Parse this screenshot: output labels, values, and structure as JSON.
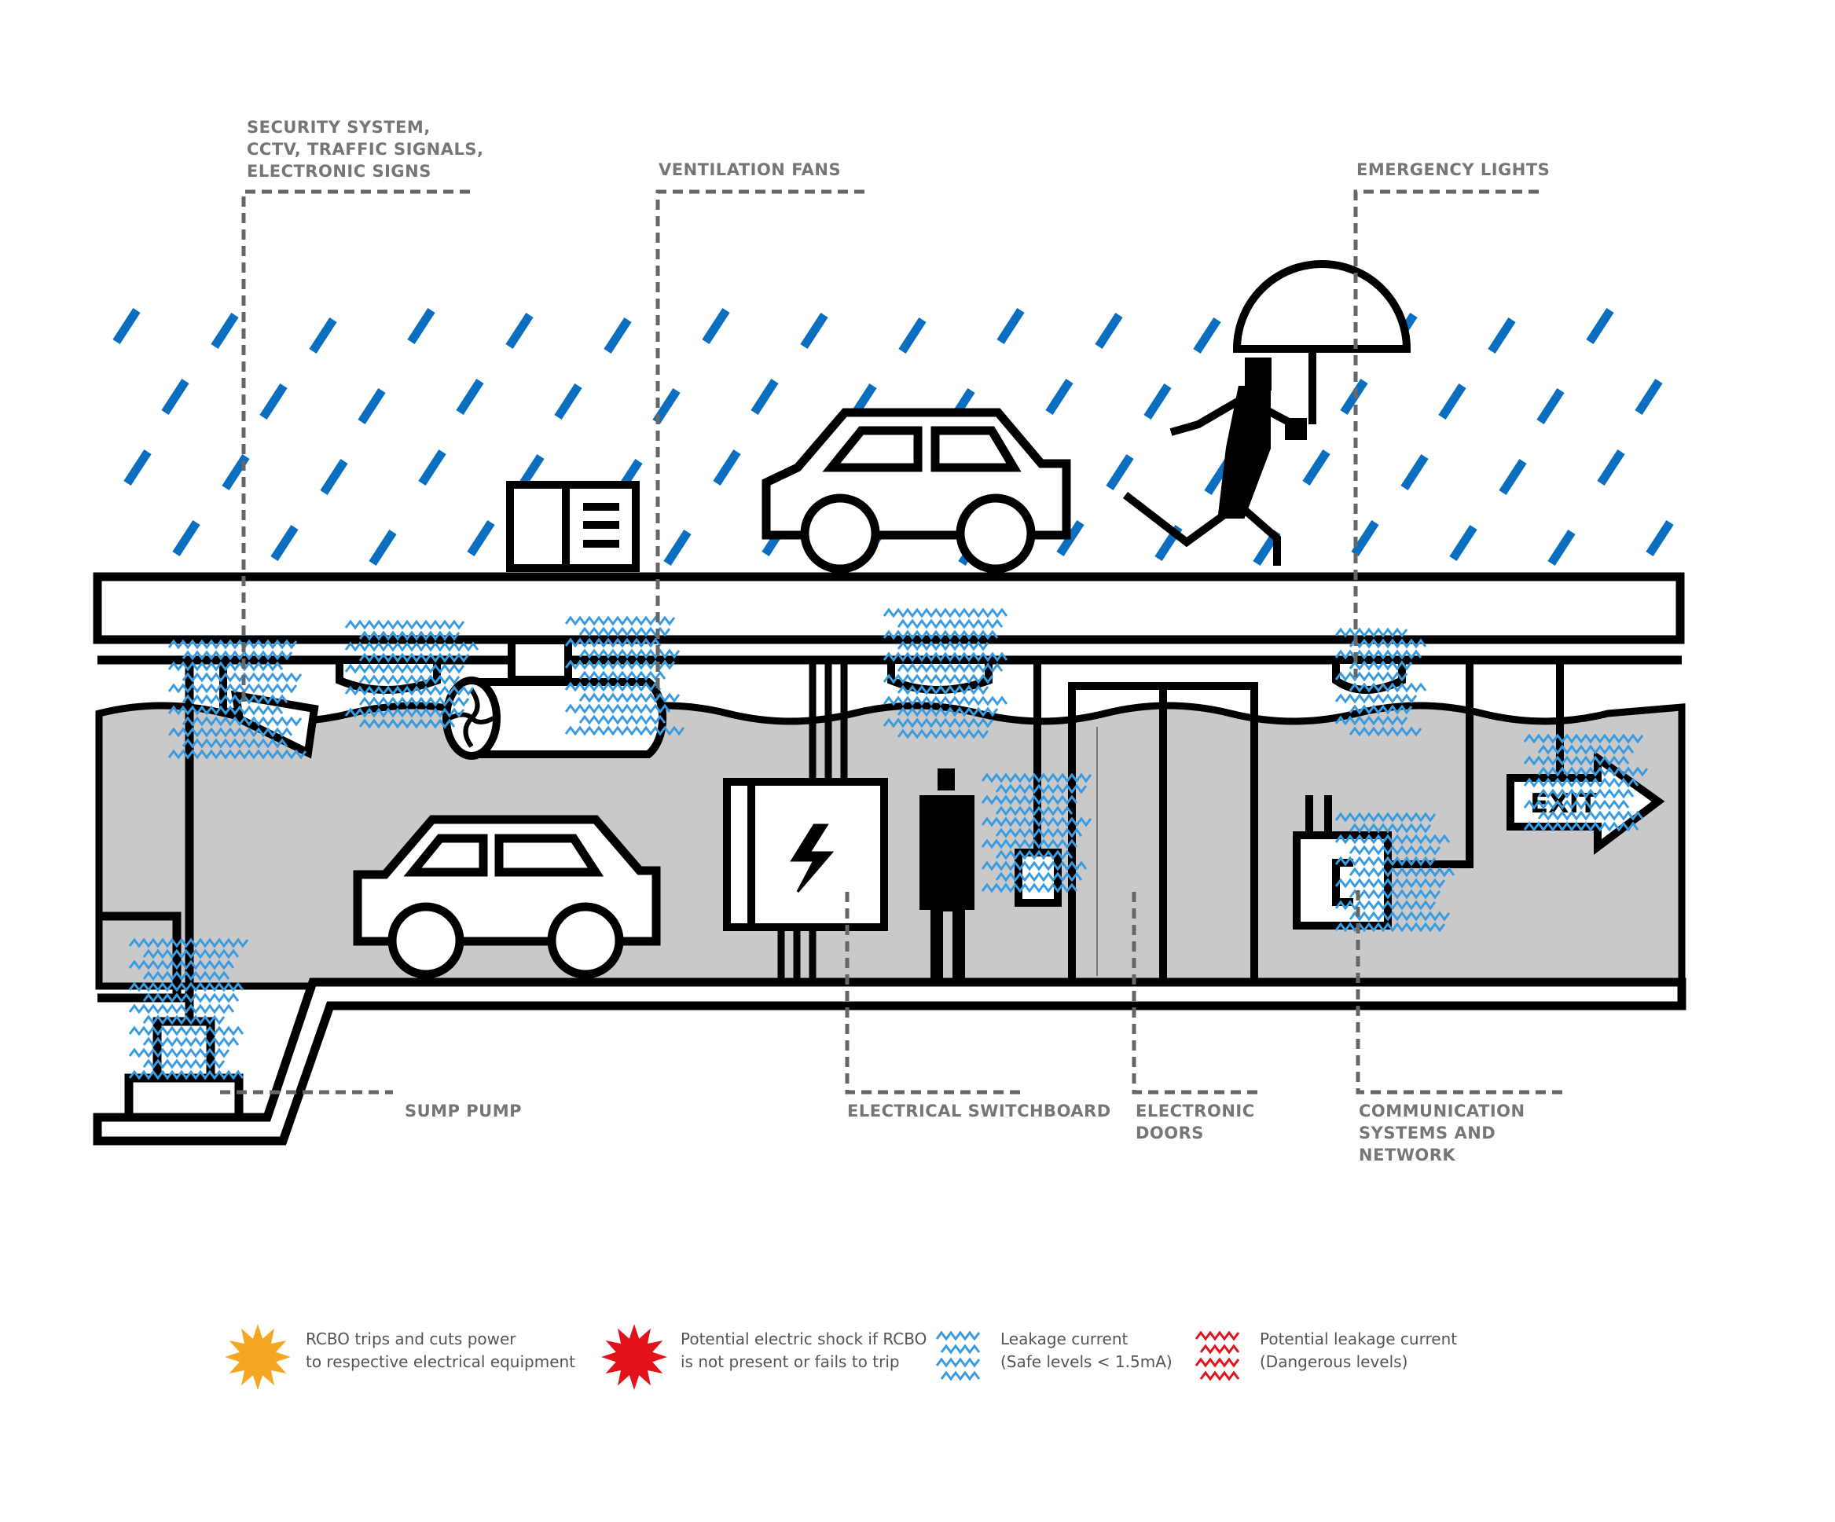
{
  "labels": {
    "security": "SECURITY SYSTEM,\nCCTV, TRAFFIC SIGNALS,\nELECTRONIC SIGNS",
    "ventilation": "VENTILATION FANS",
    "emergency_lights": "EMERGENCY LIGHTS",
    "sump_pump": "SUMP PUMP",
    "switchboard": "ELECTRICAL SWITCHBOARD",
    "doors": "ELECTRONIC\nDOORS",
    "communication": "COMMUNICATION\nSYSTEMS AND\nNETWORK"
  },
  "exit_sign": "EXIT",
  "legend": [
    {
      "icon": "orange-star-icon",
      "color": "#f5a623",
      "text": "RCBO trips and cuts power\nto respective electrical equipment"
    },
    {
      "icon": "red-star-icon",
      "color": "#e3131b",
      "text": "Potential electric shock if RCBO\nis not present or fails to trip"
    },
    {
      "icon": "blue-zigzag-icon",
      "color": "#3b9be0",
      "text": "Leakage current\n(Safe levels < 1.5mA)"
    },
    {
      "icon": "red-zigzag-icon",
      "color": "#e3131b",
      "text": "Potential leakage current\n(Dangerous levels)"
    }
  ],
  "colors": {
    "rain": "#0b6fc1",
    "leakage": "#3b9be0",
    "flood": "#c9c9c9",
    "callout_text": "#767676",
    "outline": "#000000"
  }
}
